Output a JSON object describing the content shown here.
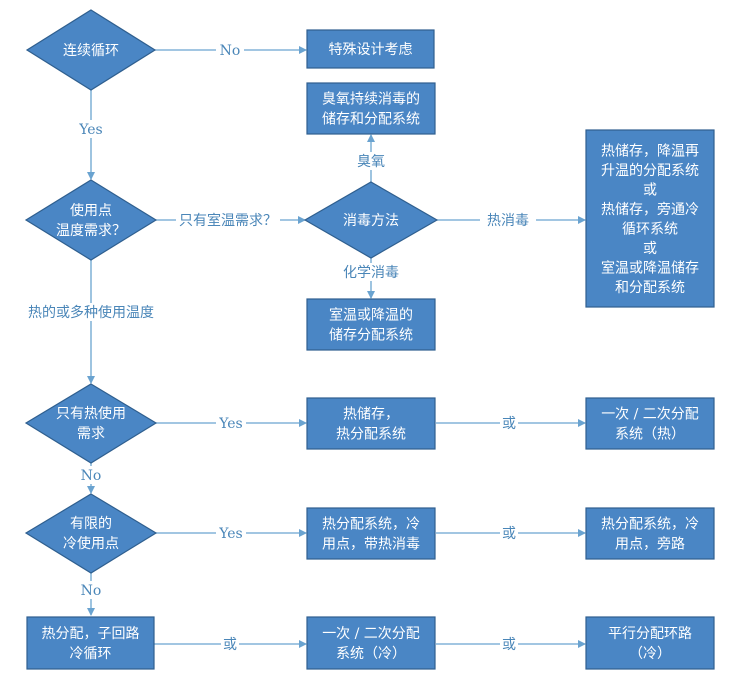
{
  "nodes": {
    "continuous_loop": {
      "lines": [
        "连续循环"
      ]
    },
    "special_design": {
      "lines": [
        "特殊设计考虑"
      ]
    },
    "ozone_storage": {
      "lines": [
        "臭氧持续消毒的",
        "储存和分配系统"
      ]
    },
    "hot_options": {
      "lines": [
        "热储存，降温再",
        "升温的分配系统",
        "或",
        "热储存，旁通冷",
        "循环系统",
        "或",
        "室温或降温储存",
        "和分配系统"
      ]
    },
    "use_point_temp": {
      "lines": [
        "使用点",
        "温度需求？"
      ]
    },
    "disinfect_method": {
      "lines": [
        "消毒方法"
      ]
    },
    "room_temp_storage": {
      "lines": [
        "室温或降温的",
        "储存分配系统"
      ]
    },
    "only_hot": {
      "lines": [
        "只有热使用",
        "需求"
      ]
    },
    "hot_storage_dist": {
      "lines": [
        "热储存，",
        "热分配系统"
      ]
    },
    "primary_hot": {
      "lines": [
        "一次 / 二次分配",
        "系统（热）"
      ]
    },
    "limited_cold": {
      "lines": [
        "有限的",
        "冷使用点"
      ]
    },
    "hot_cold_sanitize": {
      "lines": [
        "热分配系统，冷",
        "用点，带热消毒"
      ]
    },
    "hot_cold_bypass": {
      "lines": [
        "热分配系统，冷",
        "用点，旁路"
      ]
    },
    "hot_sub_loop": {
      "lines": [
        "热分配，子回路",
        "冷循环"
      ]
    },
    "primary_cold": {
      "lines": [
        "一次 / 二次分配",
        "系统（冷）"
      ]
    },
    "parallel_loop": {
      "lines": [
        "平行分配环路",
        "（冷）"
      ]
    }
  },
  "edges": {
    "no_1": "No",
    "yes_1": "Yes",
    "room_temp_only": "只有室温需求？",
    "ozone": "臭氧",
    "hot_sanitize": "热消毒",
    "chemical": "化学消毒",
    "multi_temp": "热的或多种使用温度",
    "yes_2": "Yes",
    "or_1": "或",
    "no_2": "No",
    "yes_3": "Yes",
    "or_2": "或",
    "no_3": "No",
    "or_3": "或",
    "or_4": "或"
  },
  "colors": {
    "box": "#4a86c5",
    "border": "#2f5f8f",
    "line": "#6aa3d0",
    "label": "#4a86b8"
  }
}
